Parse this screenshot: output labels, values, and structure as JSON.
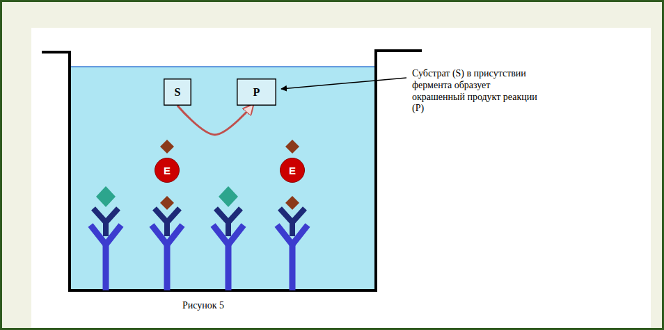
{
  "diagram": {
    "caption": "Рисунок 5",
    "nodes": [
      {
        "text": [
          "S"
        ]
      },
      {
        "text": [
          "P"
        ]
      },
      {
        "text": [
          "E"
        ]
      },
      {
        "text": [
          "E"
        ]
      }
    ],
    "edges": [
      {
        "from": 0,
        "to": 1,
        "arrow": "to"
      }
    ],
    "labels": [
      "Субстрат (S) в присутствии фермента образует окрашенный продукт реакции (P)"
    ]
  }
}
